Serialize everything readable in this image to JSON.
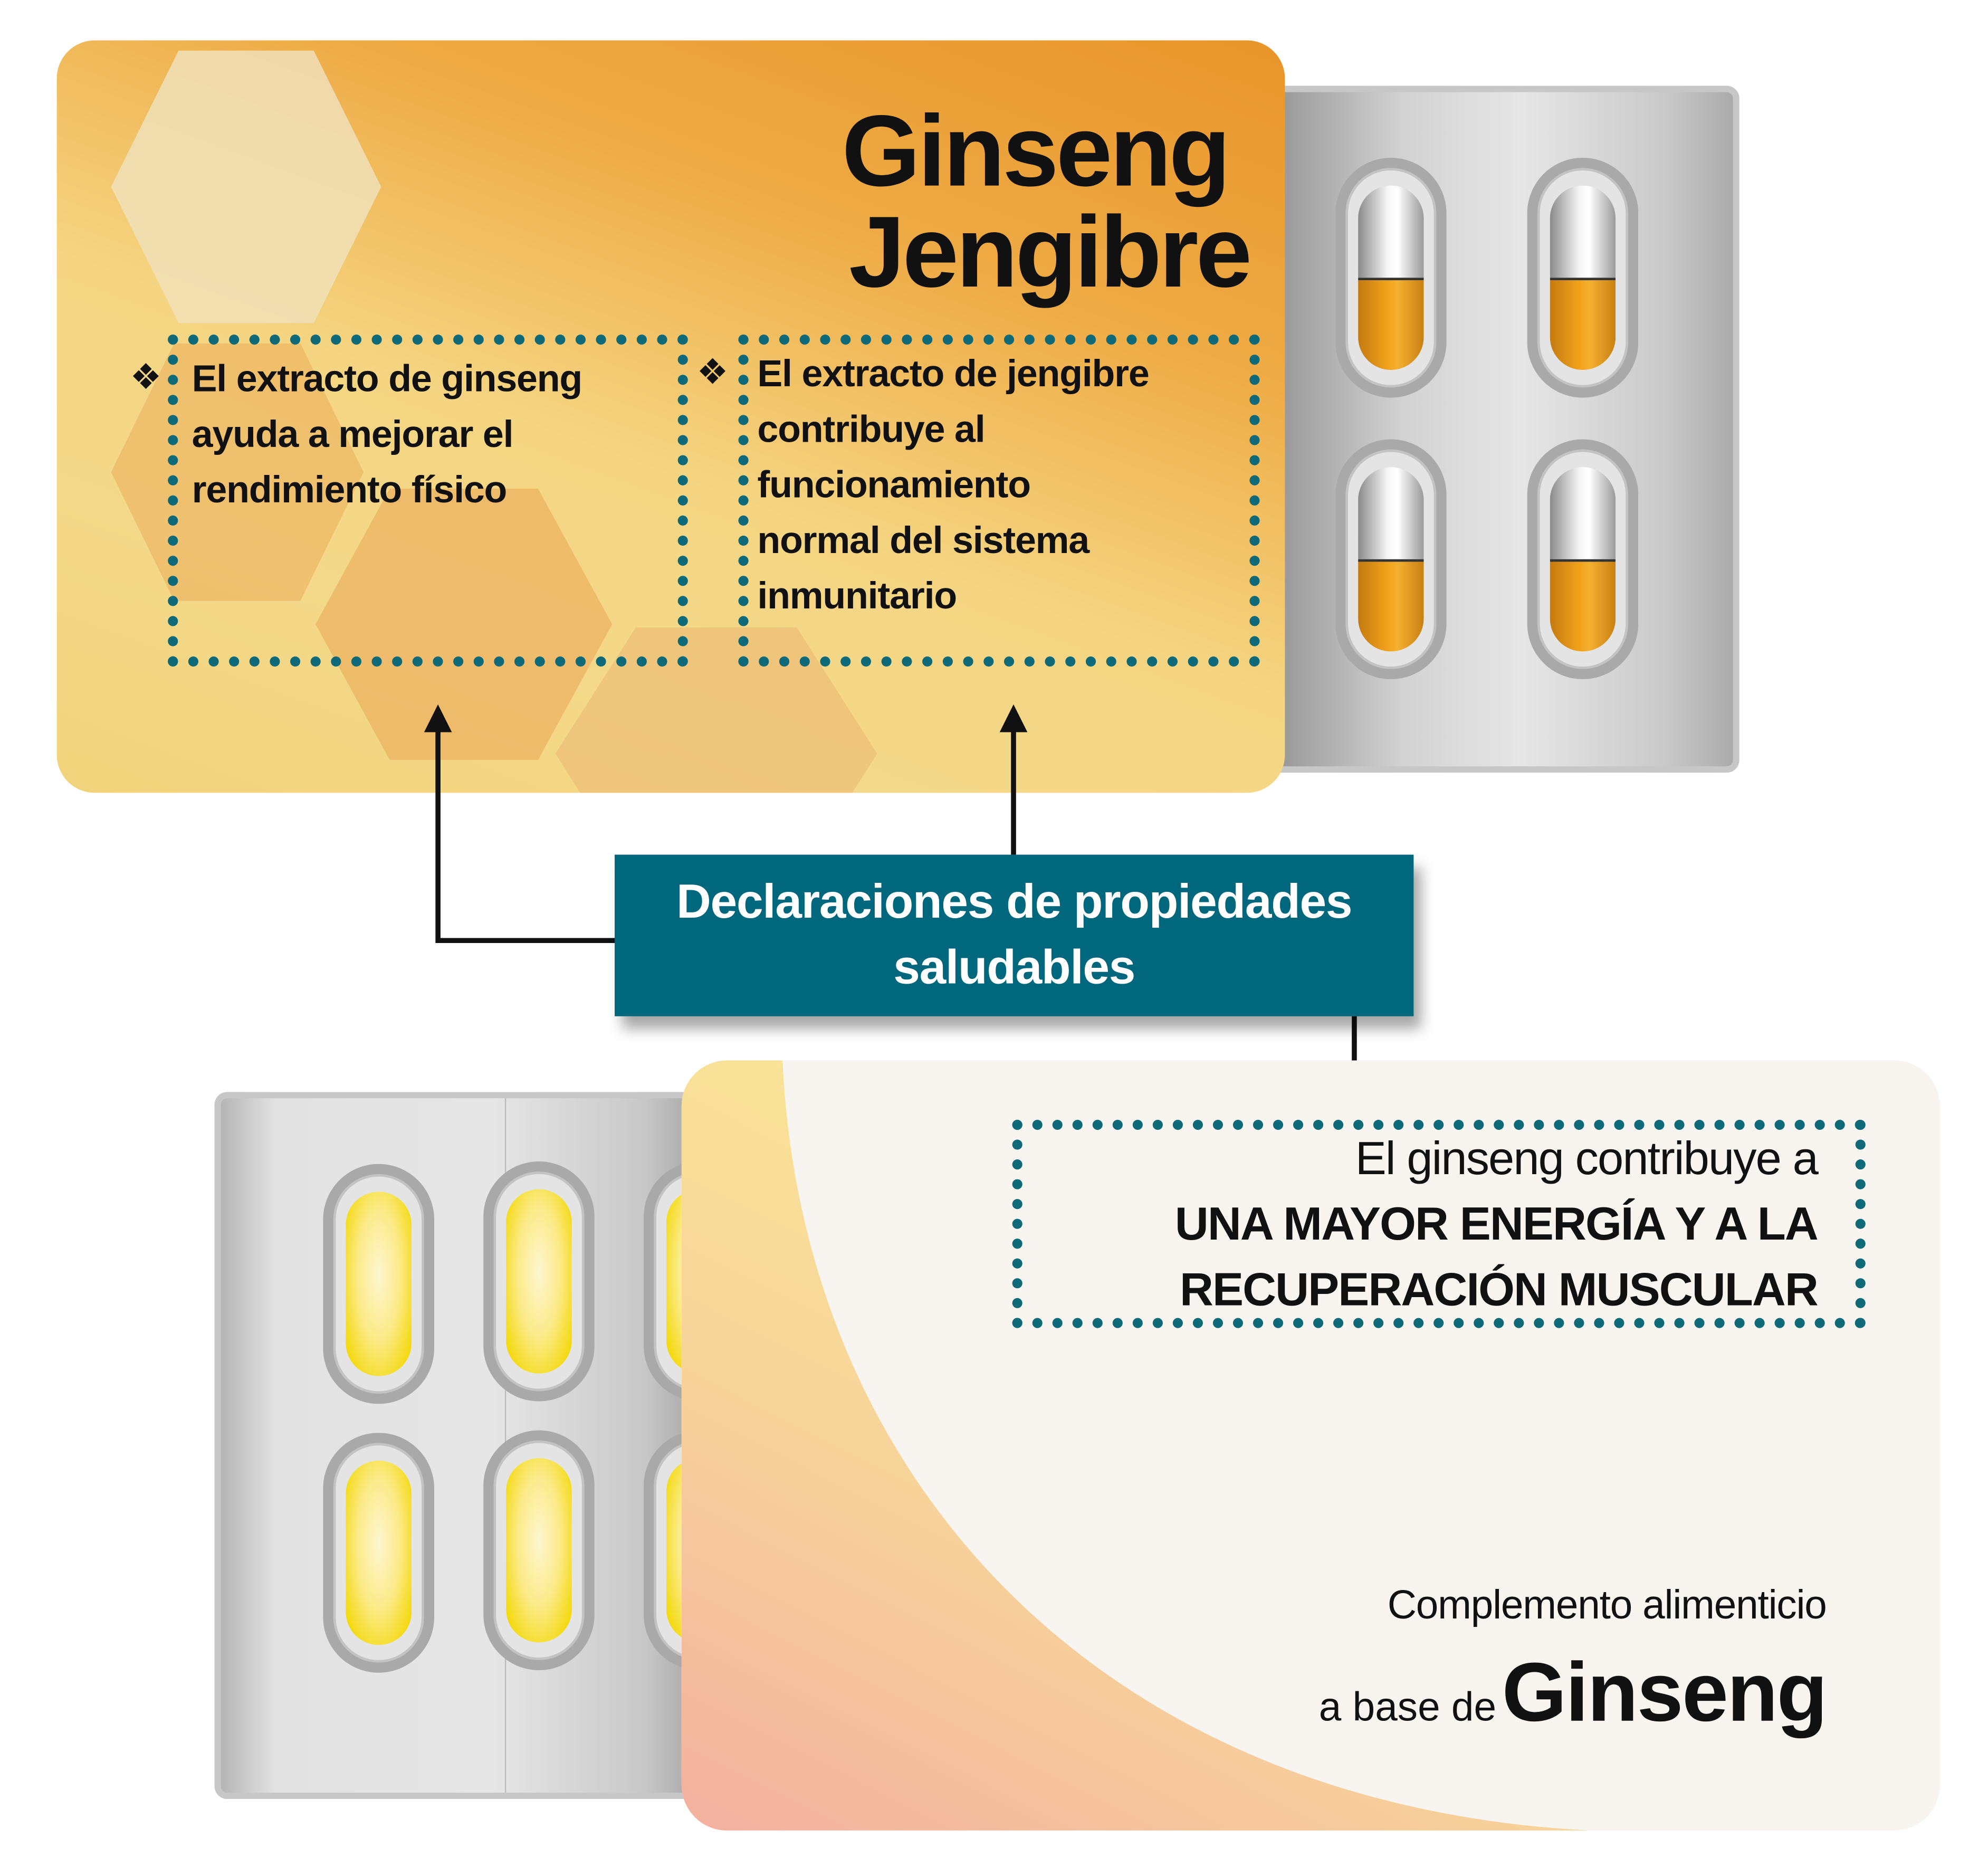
{
  "top_package": {
    "title_line1": "Ginseng",
    "title_line2": "Jengibre",
    "claims": [
      {
        "bullet_icon": "diamond-bullet-icon",
        "lines": [
          "El extracto de ginseng",
          "ayuda a mejorar el",
          "rendimiento físico"
        ]
      },
      {
        "bullet_icon": "diamond-bullet-icon",
        "lines": [
          "El extracto de jengibre",
          "contribuye al",
          "funcionamiento",
          "normal del sistema",
          "inmunitario"
        ]
      }
    ],
    "bullet_glyph": "❖"
  },
  "center_label": {
    "line1": "Declaraciones de propiedades",
    "line2": "saludables",
    "color": "#01677c"
  },
  "bottom_package": {
    "claim_line1": "El ginseng contribuye a",
    "claim_line2": "UNA MAYOR ENERGÍA Y A LA",
    "claim_line3": "RECUPERACIÓN MUSCULAR",
    "subtitle": "Complemento alimenticio",
    "base_prefix": "a base de",
    "base_name": "Ginseng"
  },
  "colors": {
    "dotted_border": "#0e6978",
    "orange": "#e8952a",
    "capsule_yellow": "#f3d90e"
  }
}
